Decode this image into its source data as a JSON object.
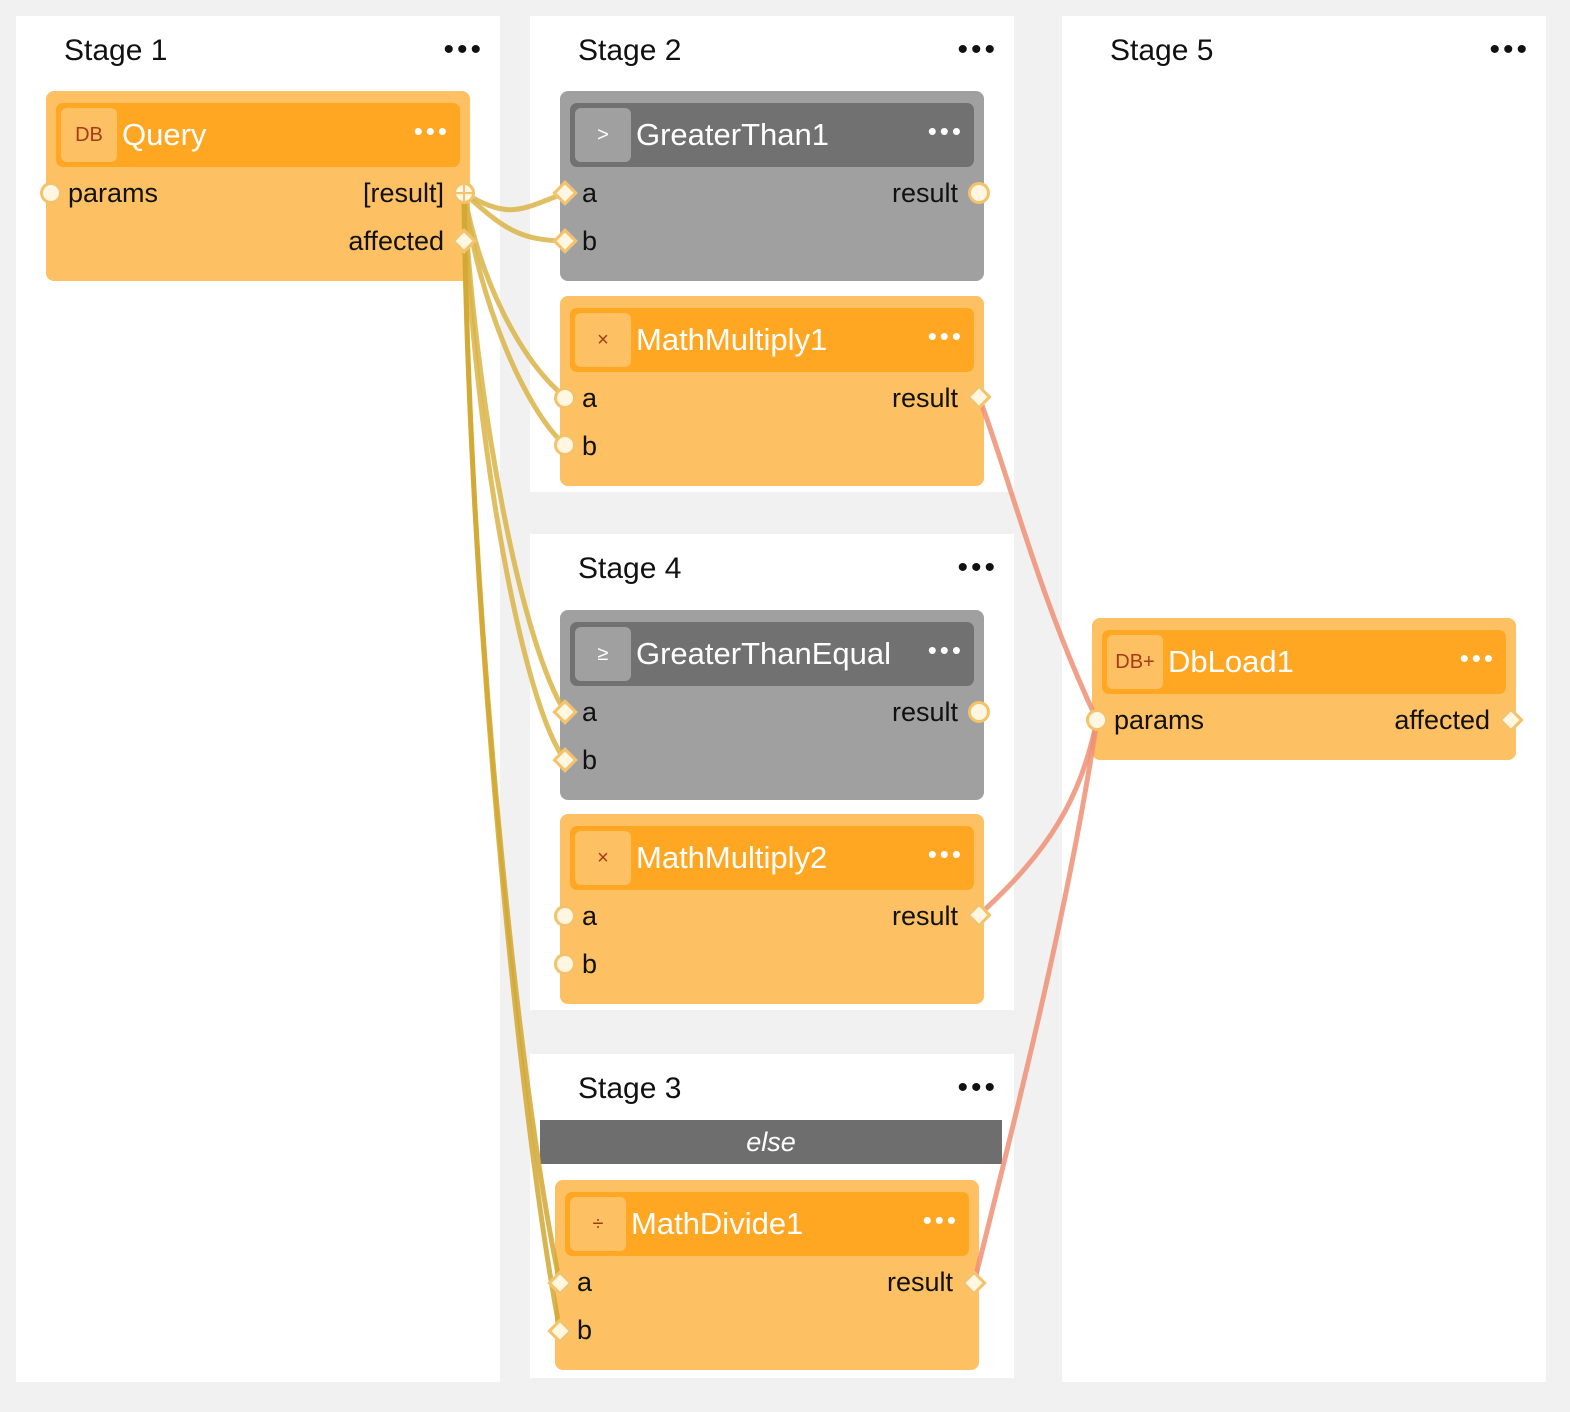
{
  "stages": {
    "stage1": {
      "title": "Stage 1",
      "menu": "•••"
    },
    "stage2": {
      "title": "Stage 2",
      "menu": "•••"
    },
    "stage4": {
      "title": "Stage 4",
      "menu": "•••"
    },
    "stage3": {
      "title": "Stage 3",
      "menu": "•••",
      "branch": "else"
    },
    "stage5": {
      "title": "Stage 5",
      "menu": "•••"
    }
  },
  "nodes": {
    "query": {
      "icon": "DB",
      "title": "Query",
      "menu": "•••",
      "inputs": [
        "params"
      ],
      "outputs": [
        "[result]",
        "affected"
      ]
    },
    "greater_than1": {
      "icon": ">",
      "title": "GreaterThan1",
      "menu": "•••",
      "inputs": [
        "a",
        "b"
      ],
      "outputs": [
        "result"
      ]
    },
    "math_multiply1": {
      "icon": "×",
      "title": "MathMultiply1",
      "menu": "•••",
      "inputs": [
        "a",
        "b"
      ],
      "outputs": [
        "result"
      ]
    },
    "greater_than_equal": {
      "icon": "≥",
      "title": "GreaterThanEqual",
      "menu": "•••",
      "inputs": [
        "a",
        "b"
      ],
      "outputs": [
        "result"
      ]
    },
    "math_multiply2": {
      "icon": "×",
      "title": "MathMultiply2",
      "menu": "•••",
      "inputs": [
        "a",
        "b"
      ],
      "outputs": [
        "result"
      ]
    },
    "math_divide1": {
      "icon": "÷",
      "title": "MathDivide1",
      "menu": "•••",
      "inputs": [
        "a",
        "b"
      ],
      "outputs": [
        "result"
      ]
    },
    "db_load1": {
      "icon": "DB+",
      "title": "DbLoad1",
      "menu": "•••",
      "inputs": [
        "params"
      ],
      "outputs": [
        "affected"
      ]
    }
  },
  "colors": {
    "node_orange": "#fdc062",
    "node_header_orange": "#ffa722",
    "node_gray": "#a0a0a0",
    "node_header_gray": "#717171",
    "wire_yellow": "#d9b446",
    "wire_salmon": "#ee8f74"
  },
  "connections": [
    {
      "from": "Query.[result]",
      "to": "GreaterThan1.a"
    },
    {
      "from": "Query.[result]",
      "to": "GreaterThan1.b"
    },
    {
      "from": "Query.[result]",
      "to": "MathMultiply1.a"
    },
    {
      "from": "Query.[result]",
      "to": "MathMultiply1.b"
    },
    {
      "from": "Query.[result]",
      "to": "GreaterThanEqual.a"
    },
    {
      "from": "Query.[result]",
      "to": "GreaterThanEqual.b"
    },
    {
      "from": "Query.[result]",
      "to": "MathDivide1.a"
    },
    {
      "from": "Query.[result]",
      "to": "MathDivide1.b"
    },
    {
      "from": "MathMultiply1.result",
      "to": "DbLoad1.params"
    },
    {
      "from": "MathMultiply2.result",
      "to": "DbLoad1.params"
    },
    {
      "from": "MathDivide1.result",
      "to": "DbLoad1.params"
    }
  ]
}
